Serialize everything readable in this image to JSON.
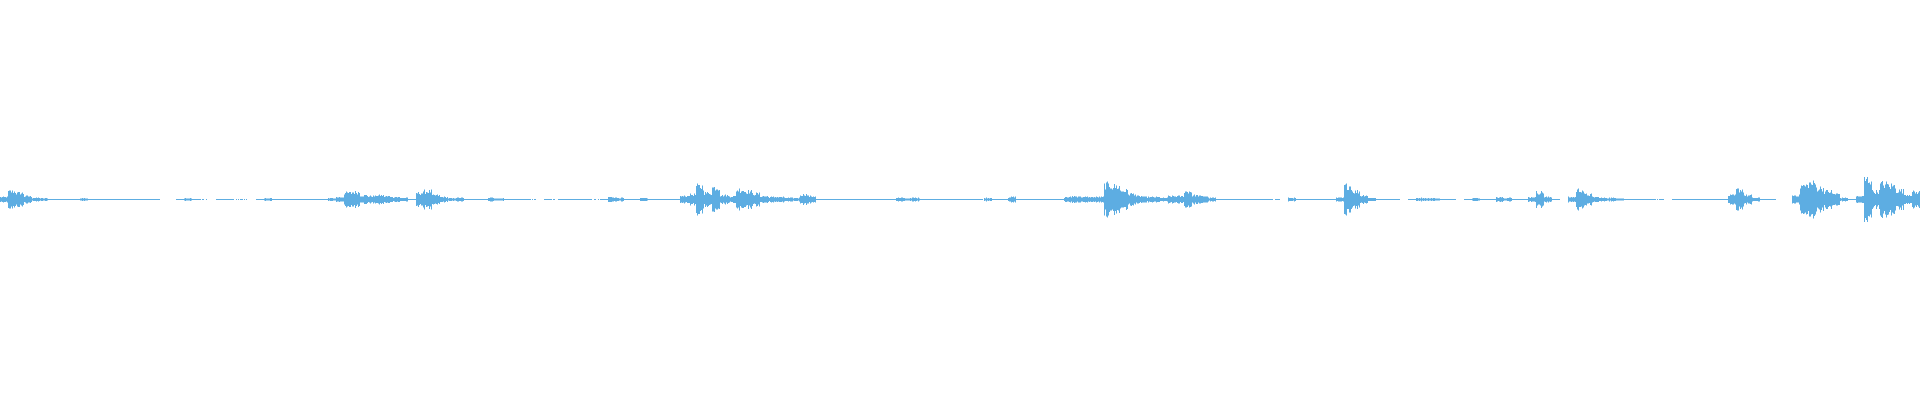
{
  "chart_data": {
    "type": "area",
    "title": "",
    "xlabel": "",
    "ylabel": "",
    "grid": false,
    "legend": "none",
    "color": "#5dade2",
    "background": "#ffffff",
    "ylim": [
      -100,
      100
    ],
    "series": [
      {
        "values": [
          1.5,
          5,
          4,
          2,
          1,
          0.75,
          0.5,
          0.25,
          0.25,
          0.25,
          0.75,
          0.25,
          0.25,
          0.25,
          0.25,
          0.25,
          0.25,
          0.25,
          0.25,
          0.25,
          0,
          0,
          0.25,
          0.75,
          0.5,
          0.15,
          0,
          0.25,
          0.25,
          0.15,
          0.15,
          0,
          0.25,
          0.75,
          0.5,
          0.25,
          0.25,
          0.25,
          0.25,
          0.25,
          0.5,
          0.75,
          1.5,
          4,
          4.5,
          2.5,
          2,
          2.5,
          2,
          1.5,
          1,
          0.5,
          4,
          5,
          2.5,
          1.5,
          0.75,
          1,
          0.5,
          0.25,
          0.25,
          1,
          0.75,
          0.25,
          0.25,
          0.25,
          0.15,
          0,
          0.25,
          0.15,
          0.25,
          0.25,
          0.25,
          0.25,
          0.15,
          0.25,
          1.5,
          1,
          0.5,
          0.5,
          0.75,
          0.25,
          0.25,
          0.25,
          0.5,
          2,
          3,
          8,
          4,
          7.5,
          2.5,
          2,
          6,
          5,
          3.5,
          2,
          1.5,
          1.5,
          1,
          1,
          3,
          2,
          0.5,
          0.25,
          0.25,
          0.25,
          0.25,
          0.25,
          0.25,
          0.25,
          0.25,
          0.25,
          1,
          0.75,
          1,
          0.5,
          0.25,
          0.25,
          0.25,
          0.25,
          0.25,
          0.25,
          0.15,
          1,
          0.25,
          0.25,
          1.5,
          0.25,
          0.25,
          0.25,
          0.25,
          0.25,
          0.25,
          1.5,
          2,
          1.5,
          1.5,
          1.5,
          9,
          8,
          5.5,
          3.5,
          2,
          1.5,
          1.5,
          1,
          2,
          2,
          5,
          2.5,
          2,
          1,
          0.25,
          0.25,
          0.25,
          0.25,
          0.25,
          0.25,
          0.25,
          0.15,
          0,
          1,
          0.25,
          0.25,
          0.25,
          0.25,
          0.25,
          1,
          8.5,
          5,
          2.5,
          1,
          0.25,
          0.25,
          0.25,
          0,
          0.5,
          1,
          0.75,
          0.75,
          0.25,
          0.25,
          0,
          0.25,
          0.75,
          0.5,
          0.25,
          1.5,
          1,
          0.25,
          0.5,
          1.5,
          4.5,
          1.5,
          0.25,
          0,
          1.5,
          6,
          3,
          1.5,
          1,
          1,
          0.75,
          0.25,
          0.25,
          0.25,
          0.25,
          0.15,
          0,
          0.25,
          0.25,
          0.25,
          0.25,
          0.25,
          0.25,
          0.5,
          2.5,
          6,
          2.5,
          1,
          0.25,
          0.25,
          0,
          0,
          2.5,
          8.5,
          10,
          7,
          5,
          3.5,
          1,
          0.5,
          2,
          12.5,
          5,
          9.5,
          8.5,
          5.5,
          3,
          4.5
        ]
      }
    ]
  }
}
